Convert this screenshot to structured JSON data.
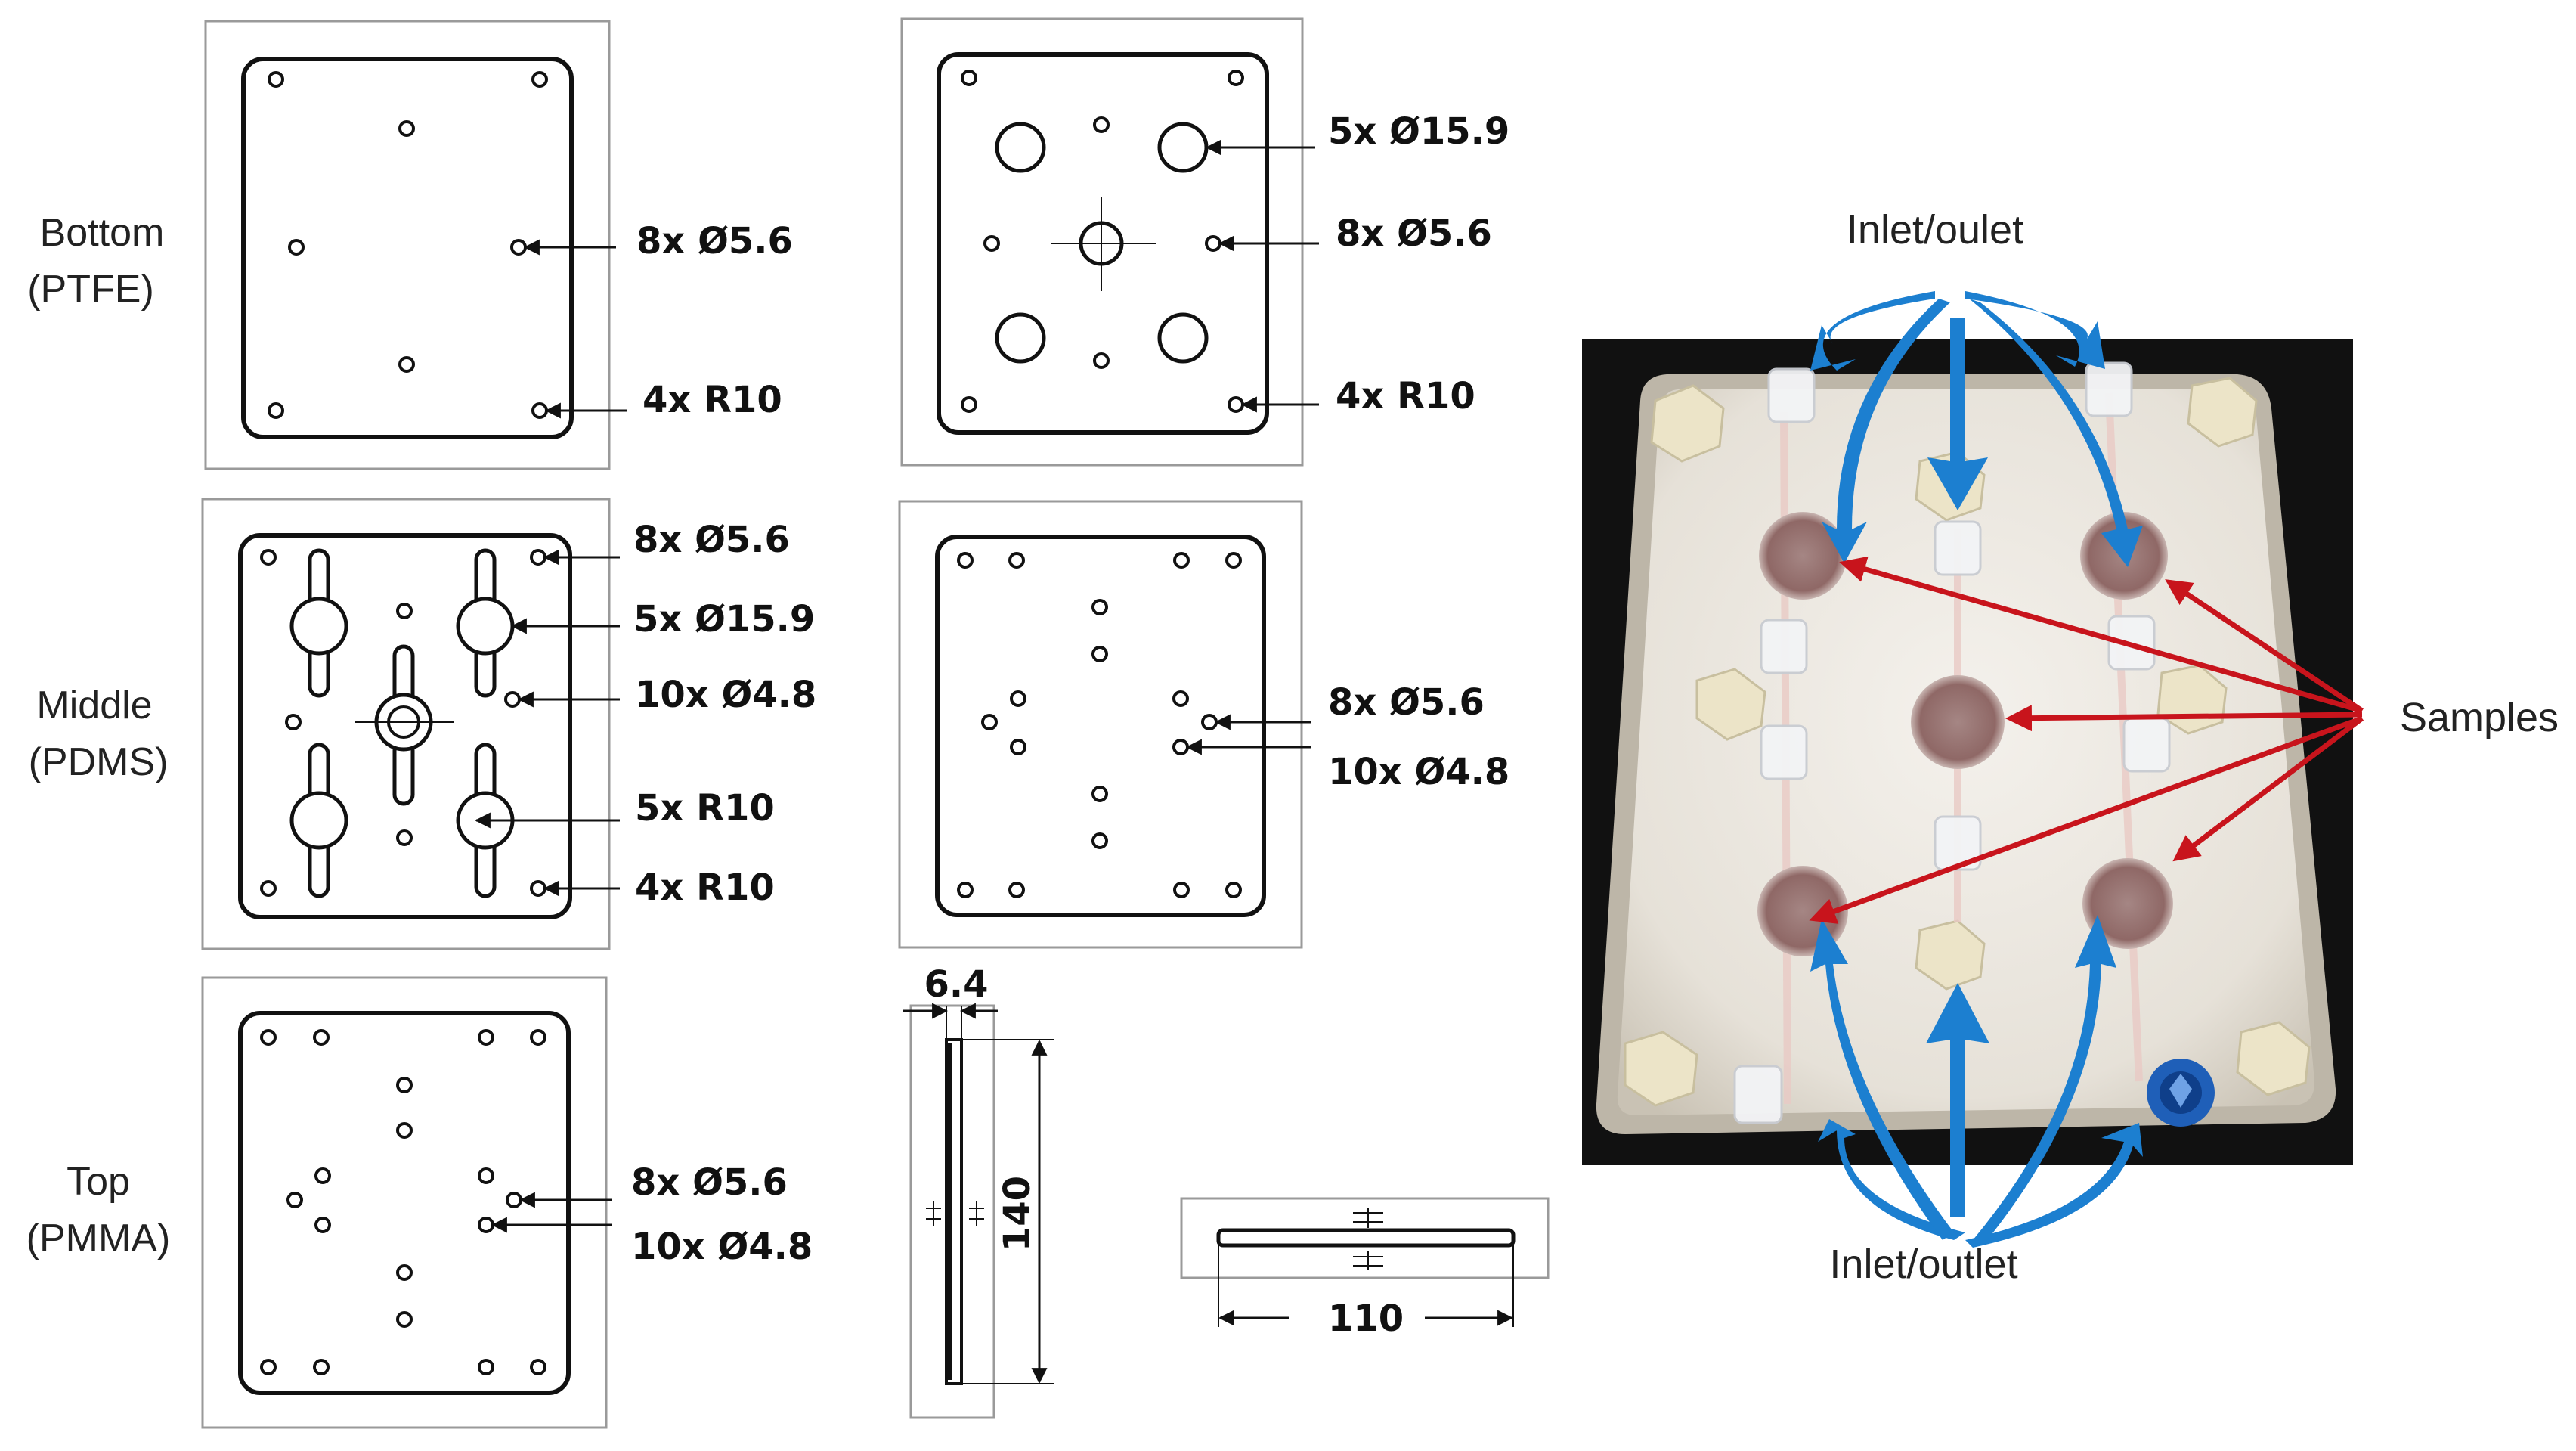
{
  "layer_labels": {
    "bottom": [
      "Bottom",
      "(PTFE)"
    ],
    "middle": [
      "Middle",
      "(PDMS)"
    ],
    "top": [
      "Top",
      "(PMMA)"
    ]
  },
  "callouts": {
    "bottom_left": [
      "8x  Ø5.6",
      "4x  R10"
    ],
    "bottom_right": [
      "5x  Ø15.9",
      "8x  Ø5.6",
      "4x  R10"
    ],
    "middle_left": [
      "8x  Ø5.6",
      "5x  Ø15.9",
      "10x  Ø4.8",
      "5x  R10",
      "4x  R10"
    ],
    "middle_right": [
      "8x  Ø5.6",
      "10x  Ø4.8"
    ],
    "top_left": [
      "8x  Ø5.6",
      "10x  Ø4.8"
    ]
  },
  "dimensions": {
    "thickness": "6.4",
    "length": "140",
    "width": "110"
  },
  "photo": {
    "inlet_top": "Inlet/oulet",
    "inlet_bottom": "Inlet/outlet",
    "samples": "Samples",
    "colors": {
      "arrow_blue": "#1c7fd0",
      "arrow_red": "#c8141c",
      "background": "#111111",
      "tray": "#d7d2c8"
    }
  }
}
